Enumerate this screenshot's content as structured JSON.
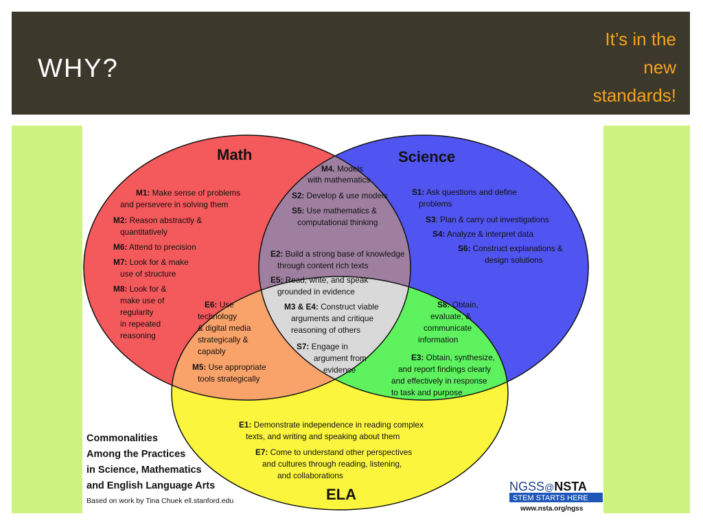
{
  "header": {
    "title": "WHY?",
    "tagline": [
      "It’s in the",
      "new",
      "standards!"
    ]
  },
  "colors": {
    "header_bg": "#3c382b",
    "tagline": "#f4a21d",
    "side_strip": "#cdf27f",
    "math_circle": "#f4595b",
    "science_circle": "#5054f0",
    "ela_circle": "#fbf53d",
    "math_ela": "#f9a36a",
    "science_ela": "#5df25e",
    "math_science": "#9e7fa0",
    "center": "#d9d9d9"
  },
  "diagram": {
    "math_heading": "Math",
    "science_heading": "Science",
    "ela_heading": "ELA",
    "math_only": [
      {
        "code": "M1:",
        "lines": [
          " Make sense of problems",
          "and persevere in solving them"
        ]
      },
      {
        "code": "M2:",
        "lines": [
          " Reason abstractly &",
          "quantitatively"
        ]
      },
      {
        "code": "M6:",
        "lines": [
          " Attend to precision"
        ]
      },
      {
        "code": "M7:",
        "lines": [
          " Look for & make",
          "use of structure"
        ]
      },
      {
        "code": "M8:",
        "lines": [
          " Look for &",
          "make use of",
          "regularity",
          "in repeated",
          "reasoning"
        ]
      }
    ],
    "math_science": [
      {
        "code": "M4.",
        "lines": [
          " Models",
          "with mathematics"
        ]
      },
      {
        "code": "S2:",
        "lines": [
          " Develop & use models"
        ]
      },
      {
        "code": "S5:",
        "lines": [
          " Use mathematics &",
          "computational thinking"
        ]
      }
    ],
    "science_only": [
      {
        "code": "S1:",
        "lines": [
          " Ask questions and define",
          "problems"
        ]
      },
      {
        "code": "S3",
        "lines": [
          ": Plan & carry out investigations"
        ]
      },
      {
        "code": "S4:",
        "lines": [
          " Analyze & interpret data"
        ]
      },
      {
        "code": "S6:",
        "lines": [
          " Construct explanations &",
          "design solutions"
        ]
      }
    ],
    "center": [
      {
        "code": "E2:",
        "lines": [
          " Build a strong base of knowledge",
          "through content rich texts"
        ]
      },
      {
        "code": "E5:",
        "lines": [
          " Read, write, and speak",
          "grounded in evidence"
        ]
      },
      {
        "code": "M3 & E4:",
        "lines": [
          " Construct viable",
          "arguments and critique",
          "reasoning of others"
        ]
      },
      {
        "code": "S7:",
        "lines": [
          " Engage in",
          "argument from",
          "evidence"
        ]
      }
    ],
    "math_ela": [
      {
        "code": "E6:",
        "lines": [
          " Use",
          "technology",
          "& digital media",
          "strategically &",
          "capably"
        ]
      },
      {
        "code": "M5:",
        "lines": [
          " Use appropriate",
          "tools strategically"
        ]
      }
    ],
    "science_ela": [
      {
        "code": "S8:",
        "lines": [
          " Obtain,",
          "evaluate, &",
          "communicate",
          "information"
        ]
      },
      {
        "code": "E3:",
        "lines": [
          " Obtain, synthesize,",
          "and report findings clearly",
          "and effectively in response",
          "to task and purpose"
        ]
      }
    ],
    "ela_only": [
      {
        "code": "E1:",
        "lines": [
          " Demonstrate independence in reading complex",
          "texts, and writing and speaking about them"
        ]
      },
      {
        "code": "E7:",
        "lines": [
          " Come to understand other perspectives",
          "and cultures through reading, listening,",
          "and collaborations"
        ]
      }
    ],
    "caption": [
      "Commonalities",
      "Among the Practices",
      "in Science, Mathematics",
      "and English Language Arts"
    ],
    "credit": "Based on work by Tina Chuek ell.stanford.edu",
    "logo": {
      "ngss": "NGSS",
      "at": "@",
      "nsta": "NSTA",
      "tagline": "STEM STARTS HERE",
      "url": "www.nsta.org/ngss"
    }
  }
}
